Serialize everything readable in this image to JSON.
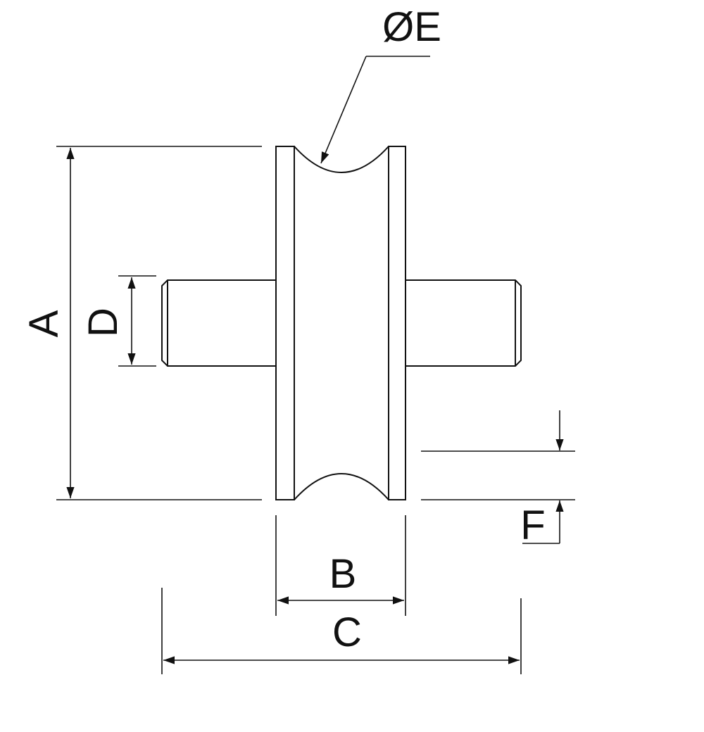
{
  "labels": {
    "a": "A",
    "b": "B",
    "c": "C",
    "d": "D",
    "e": "ØE",
    "f": "F"
  },
  "colors": {
    "line": "#111111",
    "background": "#ffffff"
  }
}
